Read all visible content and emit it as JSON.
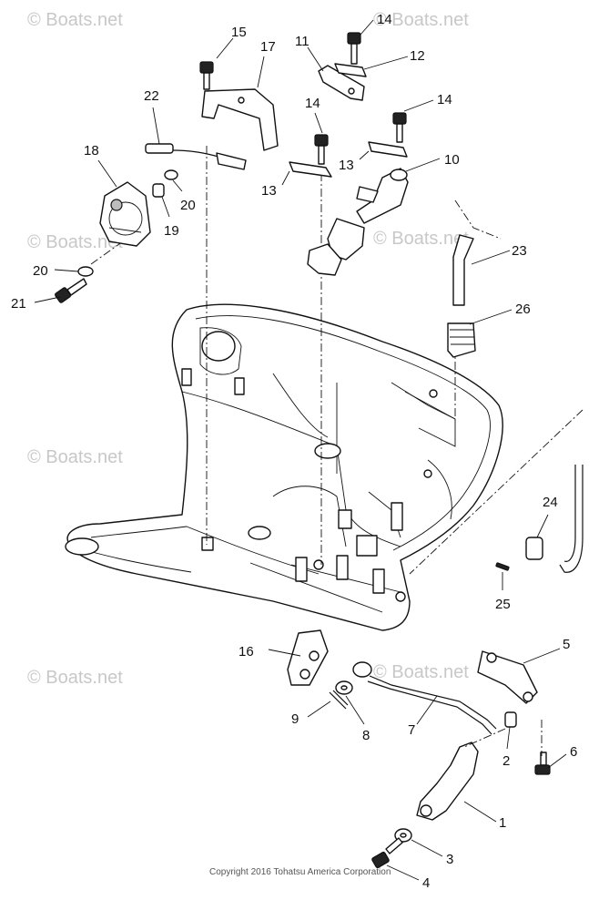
{
  "diagram": {
    "watermark_text": "© Boats.net",
    "copyright": "Copyright 2016 Tohatsu America Corporation",
    "callouts": [
      {
        "id": "c15a",
        "label": "15"
      },
      {
        "id": "c17",
        "label": "17"
      },
      {
        "id": "c11",
        "label": "11"
      },
      {
        "id": "c14a",
        "label": "14"
      },
      {
        "id": "c12",
        "label": "12"
      },
      {
        "id": "c22",
        "label": "22"
      },
      {
        "id": "c14b",
        "label": "14"
      },
      {
        "id": "c14c",
        "label": "14"
      },
      {
        "id": "c18",
        "label": "18"
      },
      {
        "id": "c13a",
        "label": "13"
      },
      {
        "id": "c10",
        "label": "10"
      },
      {
        "id": "c13b",
        "label": "13"
      },
      {
        "id": "c20a",
        "label": "20"
      },
      {
        "id": "c19",
        "label": "19"
      },
      {
        "id": "c23",
        "label": "23"
      },
      {
        "id": "c20b",
        "label": "20"
      },
      {
        "id": "c21",
        "label": "21"
      },
      {
        "id": "c26",
        "label": "26"
      },
      {
        "id": "c24",
        "label": "24"
      },
      {
        "id": "c25",
        "label": "25"
      },
      {
        "id": "c16",
        "label": "16"
      },
      {
        "id": "c5",
        "label": "5"
      },
      {
        "id": "c9",
        "label": "9"
      },
      {
        "id": "c8",
        "label": "8"
      },
      {
        "id": "c7",
        "label": "7"
      },
      {
        "id": "c6",
        "label": "6"
      },
      {
        "id": "c2",
        "label": "2"
      },
      {
        "id": "c1",
        "label": "1"
      },
      {
        "id": "c3",
        "label": "3"
      },
      {
        "id": "c4",
        "label": "4"
      }
    ]
  }
}
